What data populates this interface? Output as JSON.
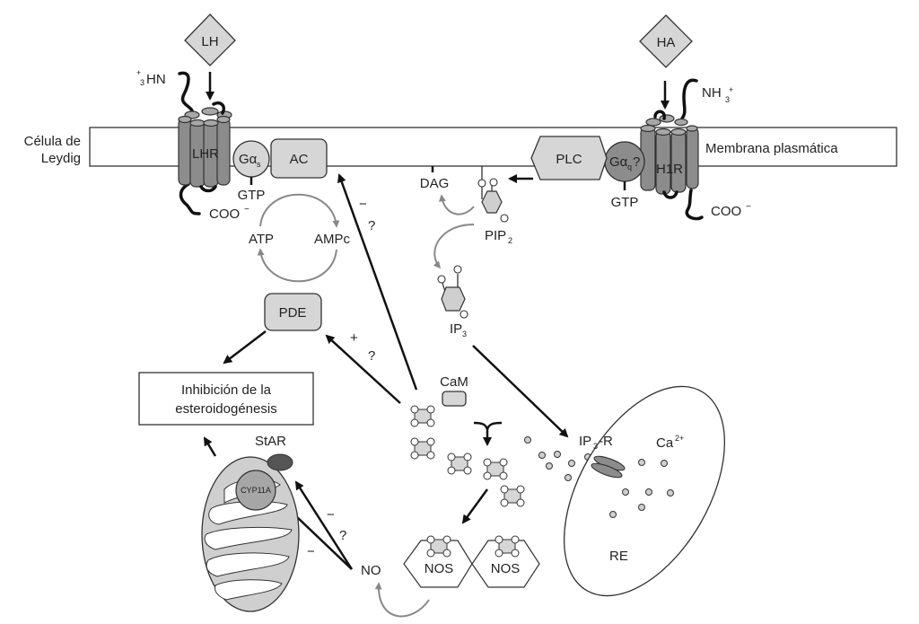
{
  "cell_label": [
    "Célula de",
    "Leydig"
  ],
  "membrane_label": "Membrana plasmática",
  "ligands": {
    "lh": "LH",
    "ha": "HA"
  },
  "lhr": {
    "label": "LHR",
    "n_term": "HN",
    "n_term_pre_sup": "+",
    "n_term_pre_sub": "3",
    "c_term": "COO",
    "c_term_sup": "−"
  },
  "h1r": {
    "label": "H1R",
    "n_term": "NH",
    "n_term_sub": "3",
    "n_term_sup": "+",
    "c_term": "COO",
    "c_term_sup": "−"
  },
  "gas": {
    "label": "Gα",
    "sub": "s",
    "gtp": "GTP"
  },
  "gaq": {
    "label": "Gα",
    "sub": "q",
    "suffix": "?",
    "gtp": "GTP"
  },
  "ac": "AC",
  "plc": "PLC",
  "dag": "DAG",
  "pip2": {
    "label": "PIP",
    "sub": "2"
  },
  "ip3": {
    "label": "IP",
    "sub": "3"
  },
  "ip3r": {
    "label": "IP",
    "sub": "3",
    "suffix": "-R"
  },
  "atp": "ATP",
  "ampc": "AMPc",
  "pde": "PDE",
  "inhibition": [
    "Inhibición de la",
    "esteroidogénesis"
  ],
  "cam": "CaM",
  "star": "StAR",
  "cyp11a": "CYP11A",
  "no": "NO",
  "nos": [
    "NOS",
    "NOS"
  ],
  "re": "RE",
  "ca": {
    "label": "Ca",
    "sup": "2+"
  },
  "signs": {
    "ac_minus": "−",
    "ac_q": "?",
    "pde_plus": "+",
    "pde_q": "?",
    "star_minus": "−",
    "star_q": "?",
    "cyp_minus": "−"
  }
}
